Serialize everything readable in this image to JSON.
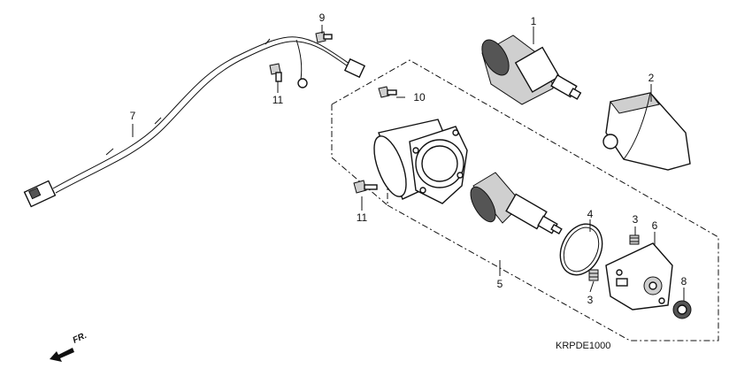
{
  "callouts": [
    {
      "id": "c1",
      "text": "1"
    },
    {
      "id": "c2",
      "text": "2"
    },
    {
      "id": "c3a",
      "text": "3"
    },
    {
      "id": "c3b",
      "text": "3"
    },
    {
      "id": "c4",
      "text": "4"
    },
    {
      "id": "c5",
      "text": "5"
    },
    {
      "id": "c6",
      "text": "6"
    },
    {
      "id": "c7",
      "text": "7"
    },
    {
      "id": "c8",
      "text": "8"
    },
    {
      "id": "c9",
      "text": "9"
    },
    {
      "id": "c10",
      "text": "10"
    },
    {
      "id": "c11a",
      "text": "11"
    },
    {
      "id": "c11b",
      "text": "11"
    }
  ],
  "diagram_code": "KRPDE1000",
  "front_label": "FR."
}
